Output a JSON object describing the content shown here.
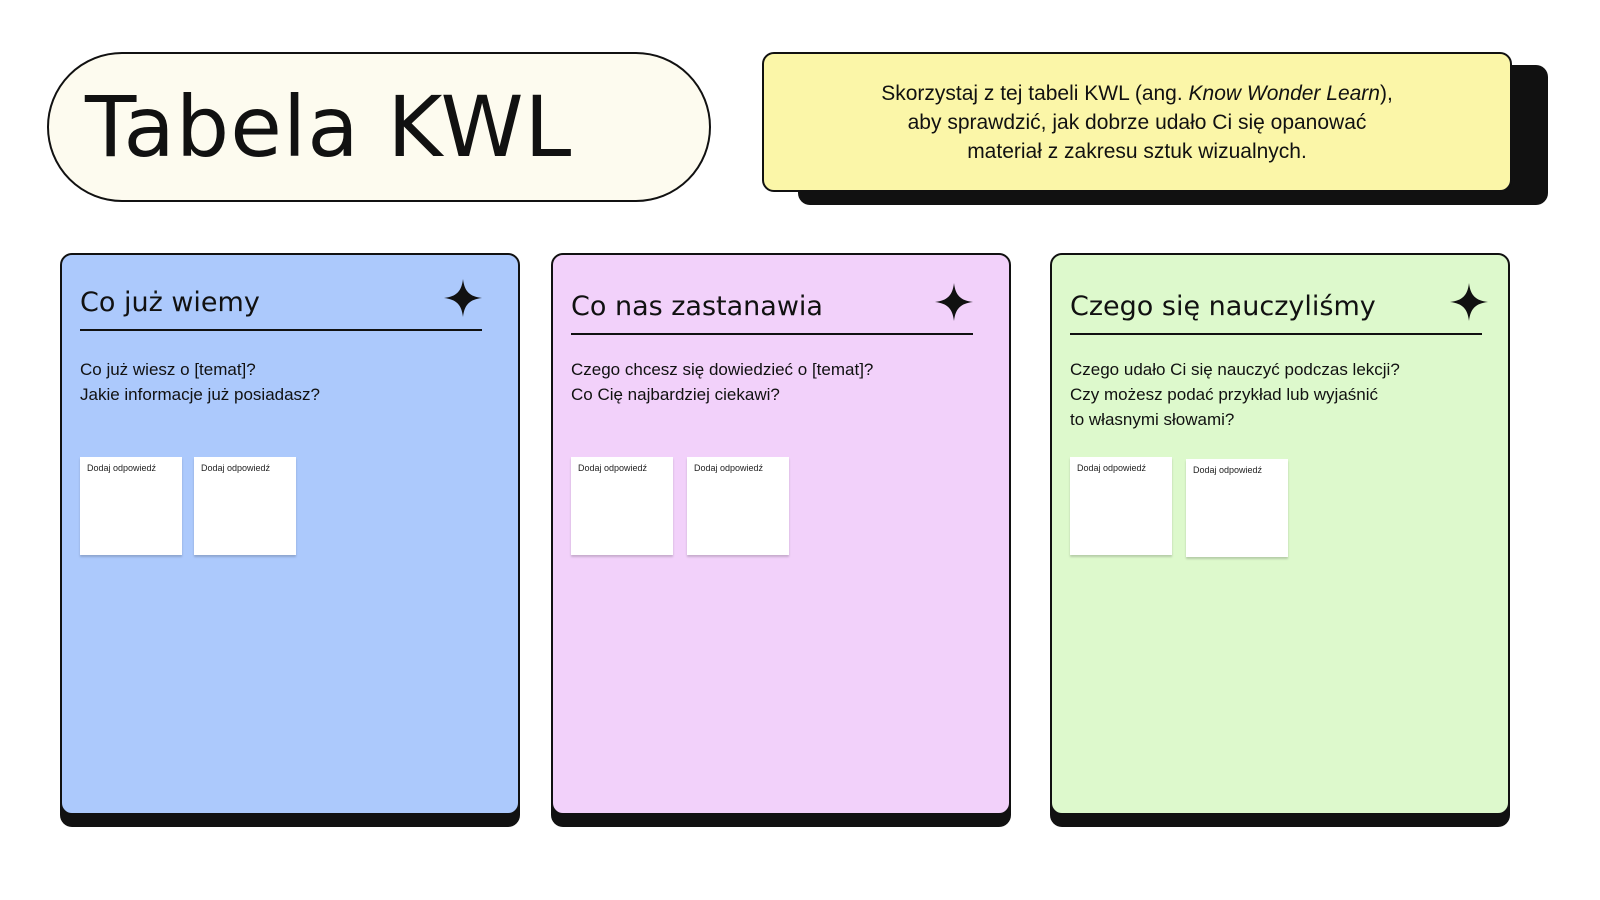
{
  "title": "Tabela KWL",
  "intro": {
    "line1_start": "Skorzystaj z tej tabeli KWL (ang. ",
    "line1_italic": "Know Wonder Learn",
    "line1_end": "),",
    "line2": "aby sprawdzić, jak dobrze udało Ci się opanować",
    "line3": "materiał z zakresu sztuk wizualnych."
  },
  "colors": {
    "title_bg": "#fdfbef",
    "intro_bg": "#fbf6a8",
    "know_bg": "#acc9fc",
    "wonder_bg": "#f2d1fa",
    "learn_bg": "#ddf9cc",
    "outline": "#111111"
  },
  "columns": [
    {
      "heading": "Co już wiemy",
      "icon": "sparkle-icon",
      "prompt_lines": [
        "Co już wiesz o [temat]?",
        "Jakie informacje już posiadasz?"
      ],
      "notes": [
        "Dodaj odpowiedź",
        "Dodaj odpowiedź"
      ]
    },
    {
      "heading": "Co nas zastanawia",
      "icon": "sparkle-icon",
      "prompt_lines": [
        "Czego chcesz się dowiedzieć o [temat]?",
        "Co Cię najbardziej ciekawi?"
      ],
      "notes": [
        "Dodaj odpowiedź",
        "Dodaj odpowiedź"
      ]
    },
    {
      "heading": "Czego się nauczyliśmy",
      "icon": "sparkle-icon",
      "prompt_lines": [
        "Czego udało Ci się nauczyć podczas lekcji?",
        "Czy możesz podać przykład lub wyjaśnić",
        "to własnymi słowami?"
      ],
      "notes": [
        "Dodaj odpowiedź",
        "Dodaj odpowiedź"
      ]
    }
  ]
}
